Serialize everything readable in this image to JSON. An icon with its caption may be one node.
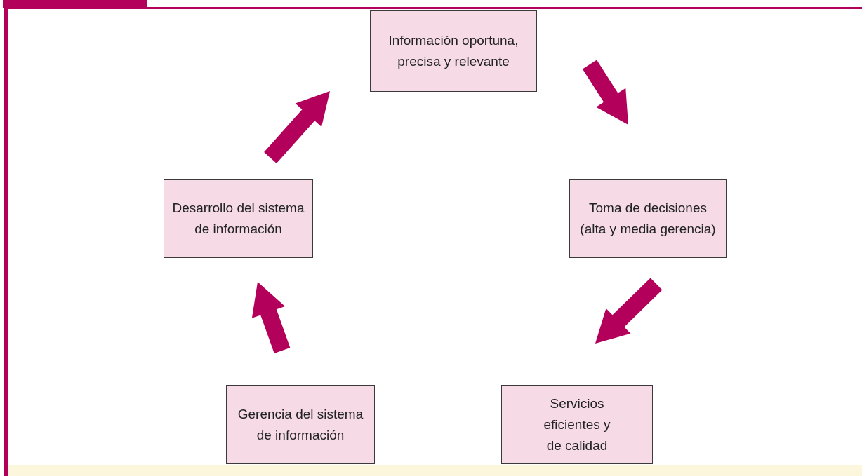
{
  "diagram": {
    "nodes": [
      {
        "text": [
          "Información oportuna, precisa y relevante"
        ]
      },
      {
        "text": [
          "Desarrollo del sistema de información"
        ]
      },
      {
        "text": [
          "Toma de decisiones (alta y media gerencia)"
        ]
      },
      {
        "text": [
          "Gerencia del sistema de información"
        ]
      },
      {
        "text": [
          "Servicios eficientes y de calidad"
        ]
      }
    ],
    "edges": [
      {
        "from": 0,
        "to": 2,
        "arrow": "to",
        "style": "thick"
      },
      {
        "from": 2,
        "to": 4,
        "arrow": "to",
        "style": "thick"
      },
      {
        "from": 3,
        "to": 1,
        "arrow": "to",
        "style": "thick"
      },
      {
        "from": 1,
        "to": 0,
        "arrow": "to",
        "style": "thick"
      }
    ]
  }
}
